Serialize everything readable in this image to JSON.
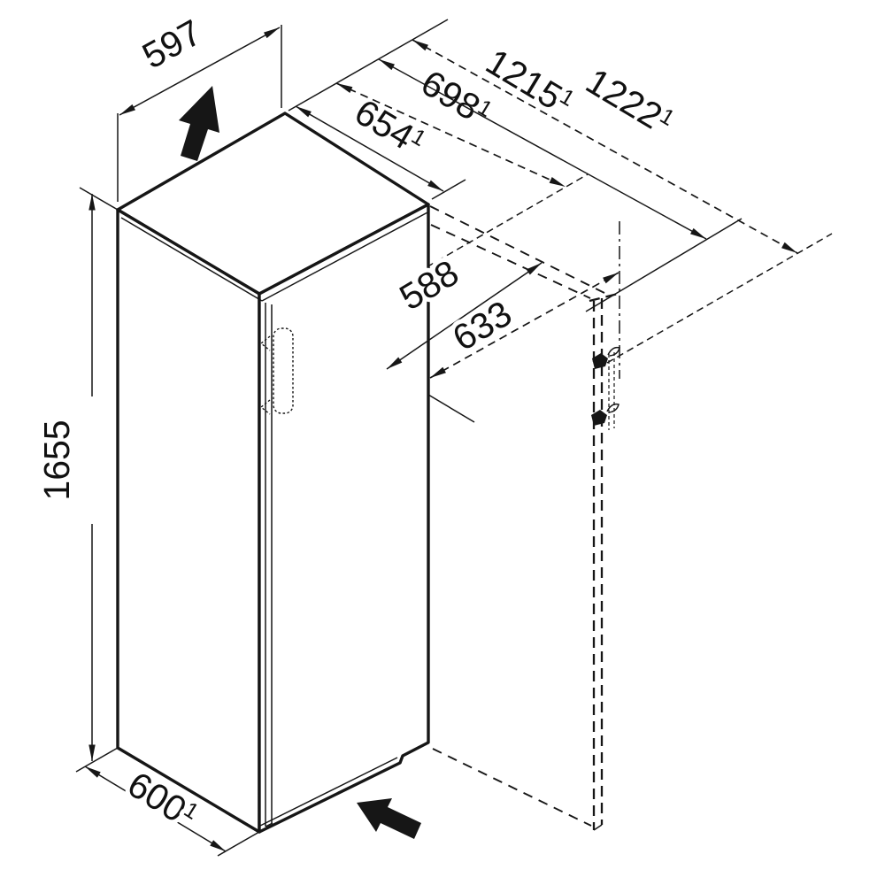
{
  "dims": {
    "width_top": {
      "value": "597",
      "sup": ""
    },
    "depth_incl_door": {
      "value": "654",
      "sup": "1"
    },
    "depth_incl_handle": {
      "value": "698",
      "sup": "1"
    },
    "clearance_door_open": {
      "value": "1215",
      "sup": "1"
    },
    "clearance_door_max": {
      "value": "1222",
      "sup": "1"
    },
    "interior_depth": {
      "value": "588",
      "sup": ""
    },
    "door_swing": {
      "value": "633",
      "sup": ""
    },
    "height": {
      "value": "1655",
      "sup": ""
    },
    "depth_base": {
      "value": "600",
      "sup": "1"
    }
  }
}
